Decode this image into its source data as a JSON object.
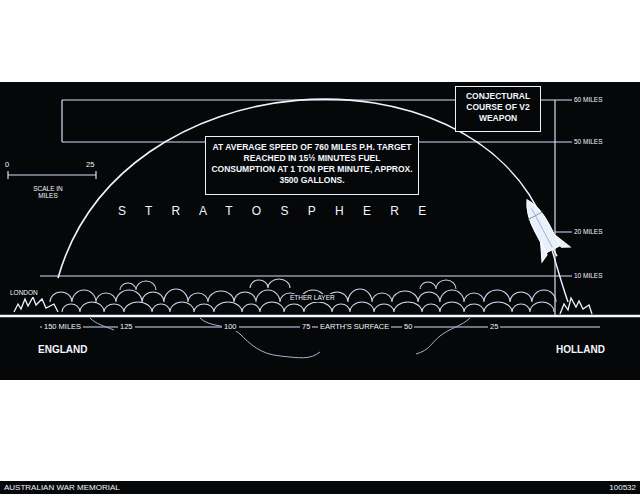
{
  "diagram": {
    "nodes": [
      {
        "text": [
          "CONJECTURAL COURSE OF V2 WEAPON"
        ]
      },
      {
        "text": [
          "AT AVERAGE SPEED OF 760 MILES P.H. TARGET REACHED IN 15½ MINUTES FUEL CONSUMPTION AT 1 TON PER MINUTE, APPROX. 3500 GALLONS."
        ]
      }
    ],
    "labels": [
      "60 MILES",
      "50 MILES",
      "0",
      "25",
      "SCALE IN MILES",
      "S T R A T O S P H E R E",
      "20 MILES",
      "10 MILES",
      "LONDON",
      "ETHER LAYER",
      "150 MILES",
      "125",
      "100",
      "75",
      "EARTH'S SURFACE",
      "50",
      "25",
      "ENGLAND",
      "HOLLAND",
      "AUSTRALIAN WAR MEMORIAL",
      "100532"
    ]
  }
}
